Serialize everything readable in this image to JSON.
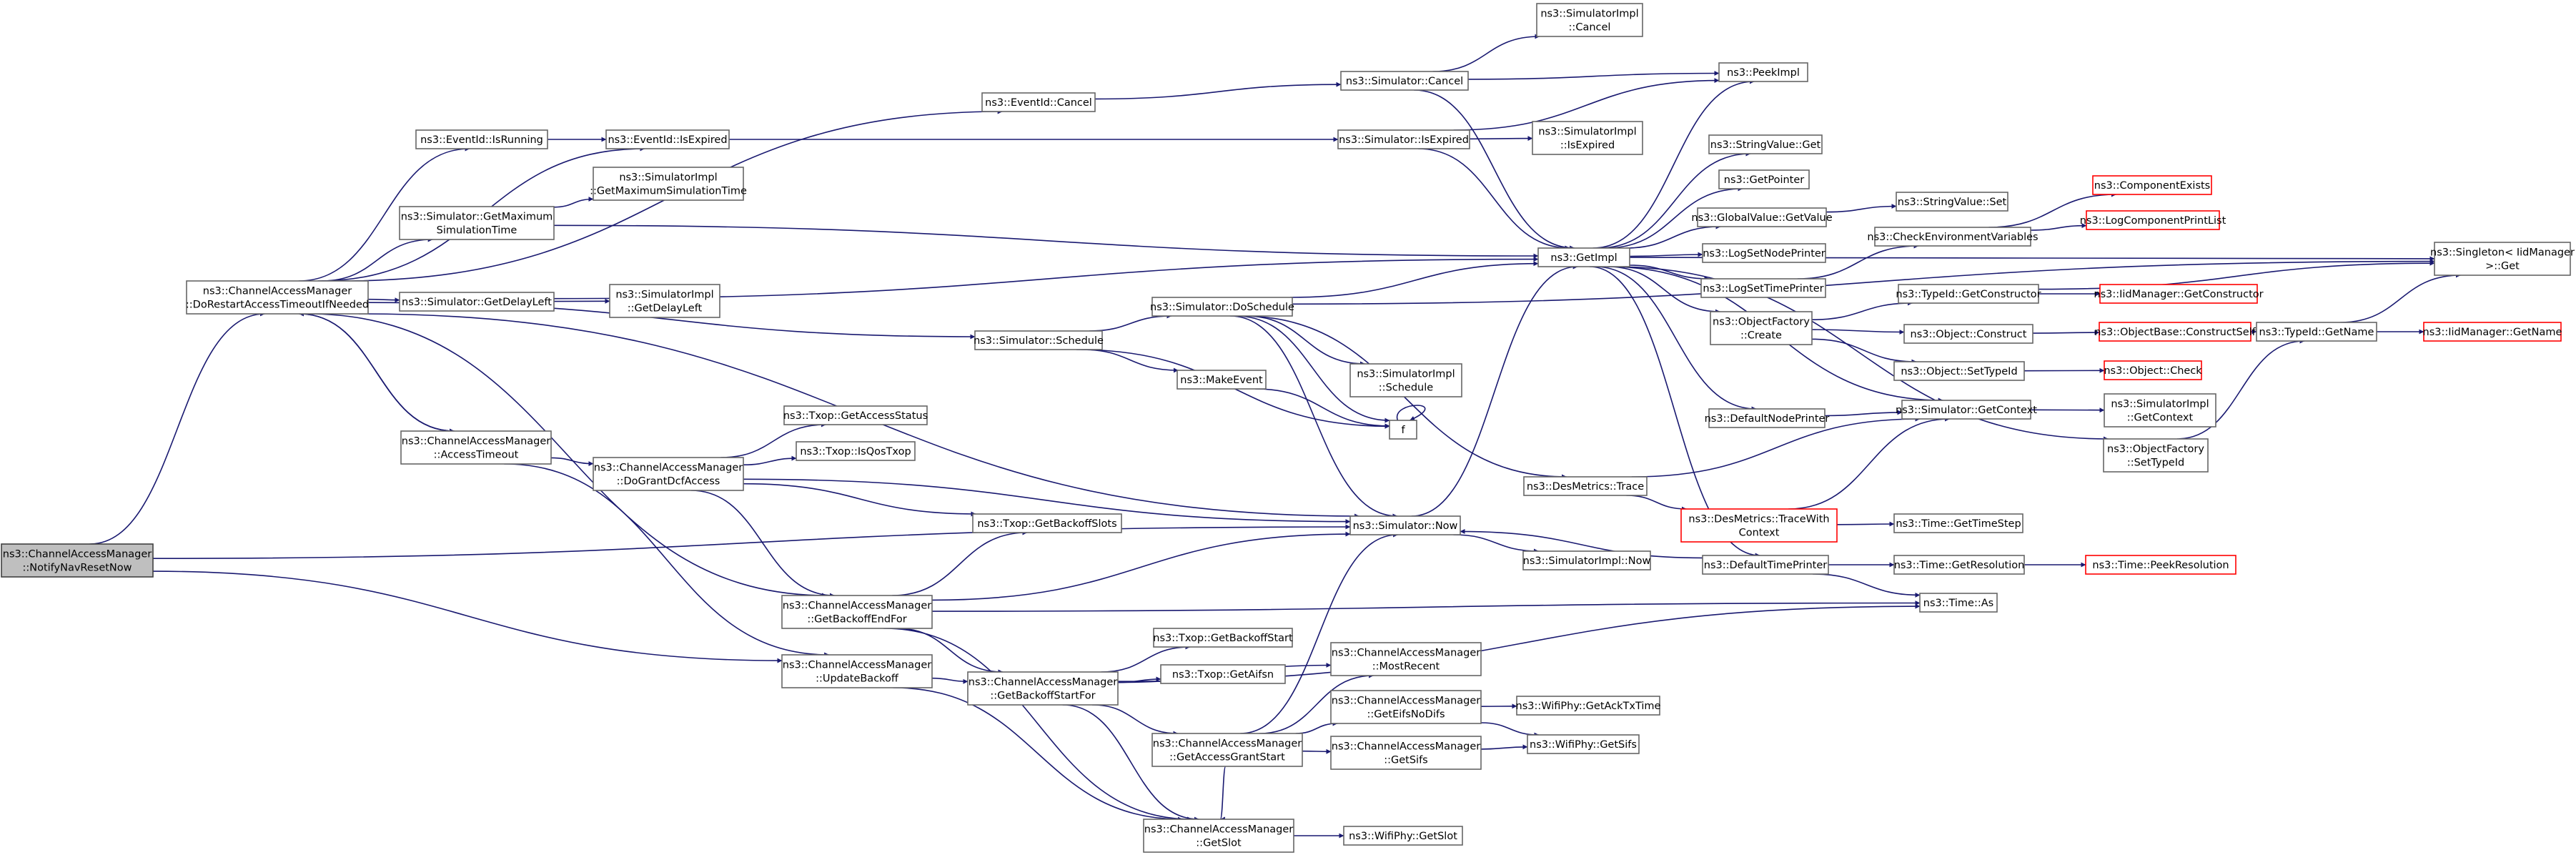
{
  "diagram": {
    "title": "",
    "colors": {
      "edge": "#191970",
      "node_border": "#666666",
      "node_fill": "#ffffff",
      "truncated_border": "#ff0000",
      "root_fill": "#bfbfbf",
      "root_border": "#404040",
      "text": "#000000"
    },
    "nodes": [
      {
        "id": "root",
        "lines": [
          "ns3::ChannelAccessManager",
          "::NotifyNavResetNow"
        ],
        "style": "root"
      },
      {
        "id": "dorestart",
        "lines": [
          "ns3::ChannelAccessManager",
          "::DoRestartAccessTimeoutIfNeeded"
        ]
      },
      {
        "id": "eventid_isrunning",
        "lines": [
          "ns3::EventId::IsRunning"
        ]
      },
      {
        "id": "eventid_isexpired",
        "lines": [
          "ns3::EventId::IsExpired"
        ]
      },
      {
        "id": "eventid_cancel",
        "lines": [
          "ns3::EventId::Cancel"
        ]
      },
      {
        "id": "sim_cancel",
        "lines": [
          "ns3::Simulator::Cancel"
        ]
      },
      {
        "id": "simimpl_cancel",
        "lines": [
          "ns3::SimulatorImpl",
          "::Cancel"
        ]
      },
      {
        "id": "peekimpl",
        "lines": [
          "ns3::PeekImpl"
        ]
      },
      {
        "id": "sim_isexpired",
        "lines": [
          "ns3::Simulator::IsExpired"
        ]
      },
      {
        "id": "simimpl_isexpired",
        "lines": [
          "ns3::SimulatorImpl",
          "::IsExpired"
        ]
      },
      {
        "id": "simimpl_getmax",
        "lines": [
          "ns3::SimulatorImpl",
          "::GetMaximumSimulationTime"
        ]
      },
      {
        "id": "sim_getmax",
        "lines": [
          "ns3::Simulator::GetMaximum",
          "SimulationTime"
        ]
      },
      {
        "id": "getimpl",
        "lines": [
          "ns3::GetImpl"
        ]
      },
      {
        "id": "stringvalue_get",
        "lines": [
          "ns3::StringValue::Get"
        ]
      },
      {
        "id": "getpointer",
        "lines": [
          "ns3::GetPointer"
        ]
      },
      {
        "id": "globalvalue_getvalue",
        "lines": [
          "ns3::GlobalValue::GetValue"
        ]
      },
      {
        "id": "stringvalue_set",
        "lines": [
          "ns3::StringValue::Set"
        ]
      },
      {
        "id": "component_exists",
        "lines": [
          "ns3::ComponentExists"
        ],
        "style": "truncated"
      },
      {
        "id": "logcomponent_printlist",
        "lines": [
          "ns3::LogComponentPrintList"
        ],
        "style": "truncated"
      },
      {
        "id": "check_env",
        "lines": [
          "ns3::CheckEnvironmentVariables"
        ]
      },
      {
        "id": "lognodeprinter",
        "lines": [
          "ns3::LogSetNodePrinter"
        ]
      },
      {
        "id": "logtimeprinter",
        "lines": [
          "ns3::LogSetTimePrinter"
        ]
      },
      {
        "id": "singleton_get",
        "lines": [
          "ns3::Singleton< IidManager",
          " >::Get"
        ]
      },
      {
        "id": "sim_getdelayleft",
        "lines": [
          "ns3::Simulator::GetDelayLeft"
        ]
      },
      {
        "id": "simimpl_getdelayleft",
        "lines": [
          "ns3::SimulatorImpl",
          "::GetDelayLeft"
        ]
      },
      {
        "id": "sim_doschedule",
        "lines": [
          "ns3::Simulator::DoSchedule"
        ]
      },
      {
        "id": "simimpl_schedule",
        "lines": [
          "ns3::SimulatorImpl",
          "::Schedule"
        ]
      },
      {
        "id": "typeid_getconstructor",
        "lines": [
          "ns3::TypeId::GetConstructor"
        ]
      },
      {
        "id": "iidmanager_getconstructor",
        "lines": [
          "ns3::IidManager::GetConstructor"
        ],
        "style": "truncated"
      },
      {
        "id": "objectfactory_create",
        "lines": [
          "ns3::ObjectFactory",
          "::Create"
        ]
      },
      {
        "id": "object_construct",
        "lines": [
          "ns3::Object::Construct"
        ]
      },
      {
        "id": "objectbase_constructself",
        "lines": [
          "ns3::ObjectBase::ConstructSelf"
        ],
        "style": "truncated"
      },
      {
        "id": "typeid_getname",
        "lines": [
          "ns3::TypeId::GetName"
        ]
      },
      {
        "id": "iidmanager_getname",
        "lines": [
          "ns3::IidManager::GetName"
        ],
        "style": "truncated"
      },
      {
        "id": "sim_schedule",
        "lines": [
          "ns3::Simulator::Schedule"
        ]
      },
      {
        "id": "object_settypeid",
        "lines": [
          "ns3::Object::SetTypeId"
        ]
      },
      {
        "id": "object_check",
        "lines": [
          "ns3::Object::Check"
        ],
        "style": "truncated"
      },
      {
        "id": "makeevent",
        "lines": [
          "ns3::MakeEvent"
        ]
      },
      {
        "id": "defaultnodeprinter",
        "lines": [
          "ns3::DefaultNodePrinter"
        ]
      },
      {
        "id": "f",
        "lines": [
          "f"
        ]
      },
      {
        "id": "sim_getcontext",
        "lines": [
          "ns3::Simulator::GetContext"
        ]
      },
      {
        "id": "simimpl_getcontext",
        "lines": [
          "ns3::SimulatorImpl",
          "::GetContext"
        ]
      },
      {
        "id": "txop_getaccessstatus",
        "lines": [
          "ns3::Txop::GetAccessStatus"
        ]
      },
      {
        "id": "accesstimeout",
        "lines": [
          "ns3::ChannelAccessManager",
          "::AccessTimeout"
        ]
      },
      {
        "id": "objectfactory_settypeid",
        "lines": [
          "ns3::ObjectFactory",
          "::SetTypeId"
        ]
      },
      {
        "id": "txop_isqos",
        "lines": [
          "ns3::Txop::IsQosTxop"
        ]
      },
      {
        "id": "dograntdcf",
        "lines": [
          "ns3::ChannelAccessManager",
          "::DoGrantDcfAccess"
        ]
      },
      {
        "id": "desmetrics_trace",
        "lines": [
          "ns3::DesMetrics::Trace"
        ]
      },
      {
        "id": "txop_getbackoffslots",
        "lines": [
          "ns3::Txop::GetBackoffSlots"
        ]
      },
      {
        "id": "desmetrics_tracewithcontext",
        "lines": [
          "ns3::DesMetrics::TraceWith",
          "Context"
        ],
        "style": "truncated"
      },
      {
        "id": "time_gettimestep",
        "lines": [
          "ns3::Time::GetTimeStep"
        ]
      },
      {
        "id": "sim_now",
        "lines": [
          "ns3::Simulator::Now"
        ]
      },
      {
        "id": "simimpl_now",
        "lines": [
          "ns3::SimulatorImpl::Now"
        ]
      },
      {
        "id": "defaulttimeprinter",
        "lines": [
          "ns3::DefaultTimePrinter"
        ]
      },
      {
        "id": "time_getresolution",
        "lines": [
          "ns3::Time::GetResolution"
        ]
      },
      {
        "id": "time_peekresolution",
        "lines": [
          "ns3::Time::PeekResolution"
        ],
        "style": "truncated"
      },
      {
        "id": "getbackoffendfor",
        "lines": [
          "ns3::ChannelAccessManager",
          "::GetBackoffEndFor"
        ]
      },
      {
        "id": "time_as",
        "lines": [
          "ns3::Time::As"
        ]
      },
      {
        "id": "txop_getbackoffstart",
        "lines": [
          "ns3::Txop::GetBackoffStart"
        ]
      },
      {
        "id": "updatebackoff",
        "lines": [
          "ns3::ChannelAccessManager",
          "::UpdateBackoff"
        ]
      },
      {
        "id": "mostrecent",
        "lines": [
          "ns3::ChannelAccessManager",
          "::MostRecent"
        ]
      },
      {
        "id": "txop_getaifsn",
        "lines": [
          "ns3::Txop::GetAifsn"
        ]
      },
      {
        "id": "getbackoffstartfor",
        "lines": [
          "ns3::ChannelAccessManager",
          "::GetBackoffStartFor"
        ]
      },
      {
        "id": "geteifsnodifs",
        "lines": [
          "ns3::ChannelAccessManager",
          "::GetEifsNoDifs"
        ]
      },
      {
        "id": "wifiphy_getacktxtime",
        "lines": [
          "ns3::WifiPhy::GetAckTxTime"
        ]
      },
      {
        "id": "getaccessgrantstart",
        "lines": [
          "ns3::ChannelAccessManager",
          "::GetAccessGrantStart"
        ]
      },
      {
        "id": "getsifs",
        "lines": [
          "ns3::ChannelAccessManager",
          "::GetSifs"
        ]
      },
      {
        "id": "wifiphy_getsifs",
        "lines": [
          "ns3::WifiPhy::GetSifs"
        ]
      },
      {
        "id": "getslot",
        "lines": [
          "ns3::ChannelAccessManager",
          "::GetSlot"
        ]
      },
      {
        "id": "wifiphy_getslot",
        "lines": [
          "ns3::WifiPhy::GetSlot"
        ]
      }
    ],
    "edges": [
      [
        "root",
        "dorestart"
      ],
      [
        "root",
        "sim_now"
      ],
      [
        "root",
        "updatebackoff"
      ],
      [
        "dorestart",
        "eventid_isrunning"
      ],
      [
        "dorestart",
        "eventid_isexpired"
      ],
      [
        "dorestart",
        "eventid_cancel"
      ],
      [
        "dorestart",
        "sim_getmax"
      ],
      [
        "dorestart",
        "sim_getdelayleft"
      ],
      [
        "dorestart",
        "sim_schedule"
      ],
      [
        "dorestart",
        "accesstimeout"
      ],
      [
        "dorestart",
        "getbackoffendfor"
      ],
      [
        "dorestart",
        "sim_now"
      ],
      [
        "eventid_isrunning",
        "eventid_isexpired"
      ],
      [
        "eventid_isexpired",
        "sim_isexpired"
      ],
      [
        "eventid_cancel",
        "sim_cancel"
      ],
      [
        "sim_cancel",
        "simimpl_cancel"
      ],
      [
        "sim_cancel",
        "peekimpl"
      ],
      [
        "sim_cancel",
        "getimpl"
      ],
      [
        "sim_isexpired",
        "simimpl_isexpired"
      ],
      [
        "sim_isexpired",
        "peekimpl"
      ],
      [
        "sim_isexpired",
        "getimpl"
      ],
      [
        "sim_getmax",
        "simimpl_getmax"
      ],
      [
        "sim_getmax",
        "getimpl"
      ],
      [
        "sim_getdelayleft",
        "simimpl_getdelayleft"
      ],
      [
        "sim_getdelayleft",
        "getimpl"
      ],
      [
        "sim_schedule",
        "sim_doschedule"
      ],
      [
        "sim_schedule",
        "makeevent"
      ],
      [
        "sim_schedule",
        "f"
      ],
      [
        "sim_doschedule",
        "simimpl_schedule"
      ],
      [
        "sim_doschedule",
        "getimpl"
      ],
      [
        "sim_doschedule",
        "desmetrics_trace"
      ],
      [
        "sim_doschedule",
        "sim_now"
      ],
      [
        "sim_doschedule",
        "f"
      ],
      [
        "sim_doschedule",
        "singleton_get"
      ],
      [
        "makeevent",
        "f"
      ],
      [
        "f",
        "f"
      ],
      [
        "accesstimeout",
        "dorestart"
      ],
      [
        "accesstimeout",
        "dograntdcf"
      ],
      [
        "accesstimeout",
        "updatebackoff"
      ],
      [
        "dograntdcf",
        "txop_getaccessstatus"
      ],
      [
        "dograntdcf",
        "txop_isqos"
      ],
      [
        "dograntdcf",
        "txop_getbackoffslots"
      ],
      [
        "dograntdcf",
        "sim_now"
      ],
      [
        "dograntdcf",
        "getbackoffendfor"
      ],
      [
        "getbackoffendfor",
        "txop_getbackoffslots"
      ],
      [
        "getbackoffendfor",
        "sim_now"
      ],
      [
        "getbackoffendfor",
        "getbackoffstartfor"
      ],
      [
        "getbackoffendfor",
        "getslot"
      ],
      [
        "getbackoffendfor",
        "time_as"
      ],
      [
        "updatebackoff",
        "getbackoffstartfor"
      ],
      [
        "updatebackoff",
        "getslot"
      ],
      [
        "getbackoffstartfor",
        "txop_getbackoffstart"
      ],
      [
        "getbackoffstartfor",
        "txop_getaifsn"
      ],
      [
        "getbackoffstartfor",
        "mostrecent"
      ],
      [
        "getbackoffstartfor",
        "getaccessgrantstart"
      ],
      [
        "getbackoffstartfor",
        "getslot"
      ],
      [
        "getbackoffstartfor",
        "time_as"
      ],
      [
        "getaccessgrantstart",
        "sim_now"
      ],
      [
        "getaccessgrantstart",
        "mostrecent"
      ],
      [
        "getaccessgrantstart",
        "geteifsnodifs"
      ],
      [
        "getaccessgrantstart",
        "getsifs"
      ],
      [
        "getaccessgrantstart",
        "getslot"
      ],
      [
        "geteifsnodifs",
        "wifiphy_getacktxtime"
      ],
      [
        "geteifsnodifs",
        "wifiphy_getsifs"
      ],
      [
        "getsifs",
        "wifiphy_getsifs"
      ],
      [
        "getslot",
        "wifiphy_getslot"
      ],
      [
        "sim_now",
        "getimpl"
      ],
      [
        "sim_now",
        "simimpl_now"
      ],
      [
        "getimpl",
        "peekimpl"
      ],
      [
        "getimpl",
        "stringvalue_get"
      ],
      [
        "getimpl",
        "getpointer"
      ],
      [
        "getimpl",
        "globalvalue_getvalue"
      ],
      [
        "getimpl",
        "lognodeprinter"
      ],
      [
        "getimpl",
        "logtimeprinter"
      ],
      [
        "getimpl",
        "objectfactory_create"
      ],
      [
        "getimpl",
        "defaultnodeprinter"
      ],
      [
        "getimpl",
        "sim_getcontext"
      ],
      [
        "getimpl",
        "objectfactory_settypeid"
      ],
      [
        "getimpl",
        "defaulttimeprinter"
      ],
      [
        "getimpl",
        "singleton_get"
      ],
      [
        "globalvalue_getvalue",
        "stringvalue_set"
      ],
      [
        "logtimeprinter",
        "check_env"
      ],
      [
        "check_env",
        "component_exists"
      ],
      [
        "check_env",
        "logcomponent_printlist"
      ],
      [
        "objectfactory_create",
        "typeid_getconstructor"
      ],
      [
        "objectfactory_create",
        "object_construct"
      ],
      [
        "objectfactory_create",
        "object_settypeid"
      ],
      [
        "typeid_getconstructor",
        "iidmanager_getconstructor"
      ],
      [
        "typeid_getconstructor",
        "singleton_get"
      ],
      [
        "object_construct",
        "objectbase_constructself"
      ],
      [
        "objectbase_constructself",
        "typeid_getname"
      ],
      [
        "typeid_getname",
        "iidmanager_getname"
      ],
      [
        "typeid_getname",
        "singleton_get"
      ],
      [
        "object_settypeid",
        "object_check"
      ],
      [
        "defaultnodeprinter",
        "sim_getcontext"
      ],
      [
        "sim_getcontext",
        "simimpl_getcontext"
      ],
      [
        "objectfactory_settypeid",
        "typeid_getname"
      ],
      [
        "desmetrics_trace",
        "sim_getcontext"
      ],
      [
        "desmetrics_trace",
        "desmetrics_tracewithcontext"
      ],
      [
        "desmetrics_tracewithcontext",
        "sim_getcontext"
      ],
      [
        "desmetrics_tracewithcontext",
        "time_gettimestep"
      ],
      [
        "defaulttimeprinter",
        "sim_now"
      ],
      [
        "defaulttimeprinter",
        "time_getresolution"
      ],
      [
        "defaulttimeprinter",
        "time_as"
      ],
      [
        "time_getresolution",
        "time_peekresolution"
      ]
    ]
  }
}
